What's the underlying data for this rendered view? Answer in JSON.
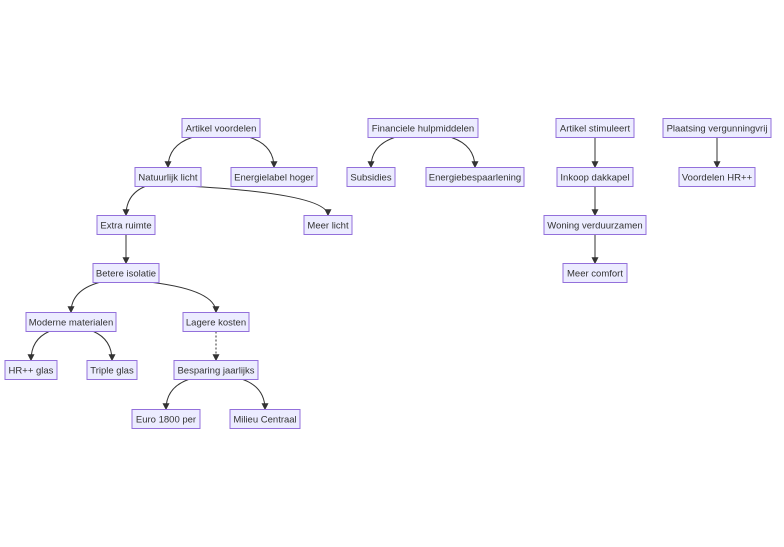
{
  "diagram": {
    "type": "flowchart",
    "direction": "top-down",
    "colors": {
      "node_fill": "#ECECFF",
      "node_stroke": "#9370DB",
      "edge": "#333333",
      "text": "#333333"
    },
    "nodes": [
      {
        "id": "A",
        "label": "Artikel voordelen"
      },
      {
        "id": "B",
        "label": "Natuurlijk licht"
      },
      {
        "id": "C",
        "label": "Energielabel hoger"
      },
      {
        "id": "D",
        "label": "Extra ruimte"
      },
      {
        "id": "E",
        "label": "Meer licht"
      },
      {
        "id": "F",
        "label": "Betere isolatie"
      },
      {
        "id": "G",
        "label": "Moderne materialen"
      },
      {
        "id": "H",
        "label": "Lagere kosten"
      },
      {
        "id": "I",
        "label": "HR++ glas"
      },
      {
        "id": "J",
        "label": "Triple glas"
      },
      {
        "id": "K",
        "label": "Besparing jaarlijks"
      },
      {
        "id": "L",
        "label": "Euro 1800 per"
      },
      {
        "id": "M",
        "label": "Milieu Centraal"
      },
      {
        "id": "N",
        "label": "Financiele hulpmiddelen"
      },
      {
        "id": "O",
        "label": "Subsidies"
      },
      {
        "id": "P",
        "label": "Energiebespaarlening"
      },
      {
        "id": "Q",
        "label": "Artikel stimuleert"
      },
      {
        "id": "R",
        "label": "Inkoop dakkapel"
      },
      {
        "id": "S",
        "label": "Woning verduurzamen"
      },
      {
        "id": "T",
        "label": "Meer comfort"
      },
      {
        "id": "U",
        "label": "Plaatsing vergunningvrij"
      },
      {
        "id": "V",
        "label": "Voordelen HR++"
      }
    ],
    "edges": [
      {
        "from": "A",
        "to": "B"
      },
      {
        "from": "A",
        "to": "C"
      },
      {
        "from": "B",
        "to": "D"
      },
      {
        "from": "B",
        "to": "E"
      },
      {
        "from": "D",
        "to": "F"
      },
      {
        "from": "F",
        "to": "G"
      },
      {
        "from": "F",
        "to": "H"
      },
      {
        "from": "G",
        "to": "I"
      },
      {
        "from": "G",
        "to": "J"
      },
      {
        "from": "H",
        "to": "K",
        "style": "dashed"
      },
      {
        "from": "K",
        "to": "L"
      },
      {
        "from": "K",
        "to": "M"
      },
      {
        "from": "N",
        "to": "O"
      },
      {
        "from": "N",
        "to": "P"
      },
      {
        "from": "Q",
        "to": "R"
      },
      {
        "from": "R",
        "to": "S"
      },
      {
        "from": "S",
        "to": "T"
      },
      {
        "from": "U",
        "to": "V"
      }
    ]
  }
}
